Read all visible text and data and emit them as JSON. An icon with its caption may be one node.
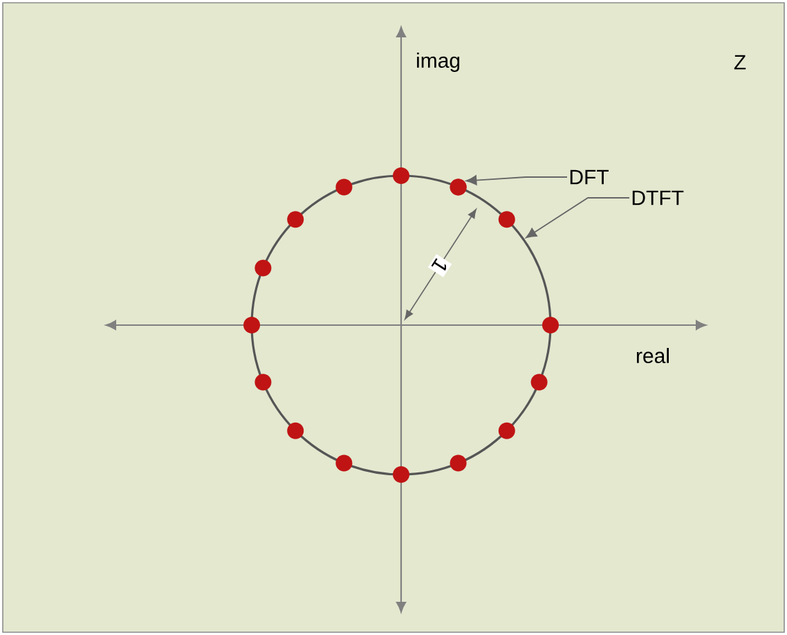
{
  "diagram": {
    "nodes": [
      {
        "text": [
          "DFT"
        ]
      },
      {
        "text": [
          "DTFT"
        ]
      },
      {
        "text": [],
        "shape": "circle"
      },
      {
        "text": [],
        "shape": "circle"
      }
    ],
    "edges": [
      {
        "from": 0,
        "to": 2,
        "arrow": "to"
      },
      {
        "from": 1,
        "to": 3,
        "arrow": "to"
      }
    ],
    "labels": [
      "imag",
      "Z",
      "real",
      "1"
    ]
  }
}
